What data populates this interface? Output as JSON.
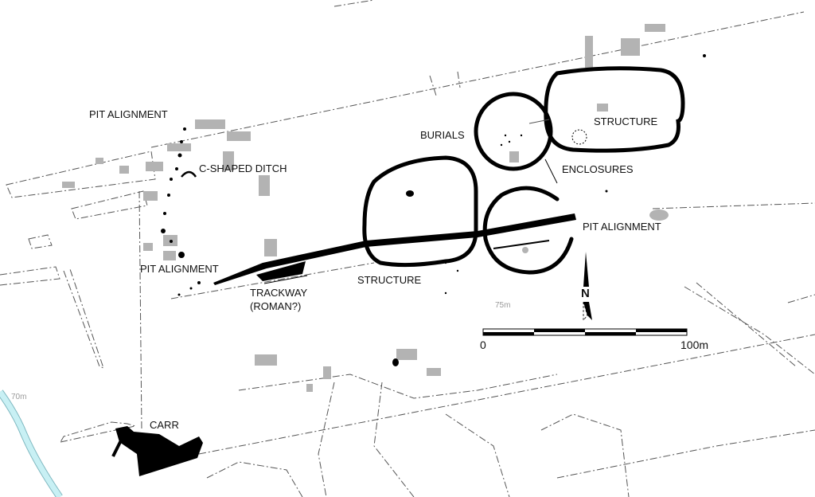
{
  "labels": {
    "pit_alignment_nw": "PIT ALIGNMENT",
    "c_shaped_ditch": "C-SHAPED DITCH",
    "burials": "BURIALS",
    "structure_ne": "STRUCTURE",
    "enclosures": "ENCLOSURES",
    "pit_alignment_e": "PIT ALIGNMENT",
    "pit_alignment_w": "PIT ALIGNMENT",
    "trackway_line1": "TRACKWAY",
    "trackway_line2": "(ROMAN?)",
    "structure_s": "STRUCTURE",
    "carr": "CARR"
  },
  "contours": {
    "c75": "75m",
    "c70": "70m"
  },
  "north_arrow": "N",
  "scale_bar": {
    "start_label": "0",
    "end_label": "100m",
    "segments": 4
  },
  "colors": {
    "feature": "#000000",
    "building": "#b3b3b3",
    "river": "#c8f0f4",
    "boundary": "#555555"
  }
}
